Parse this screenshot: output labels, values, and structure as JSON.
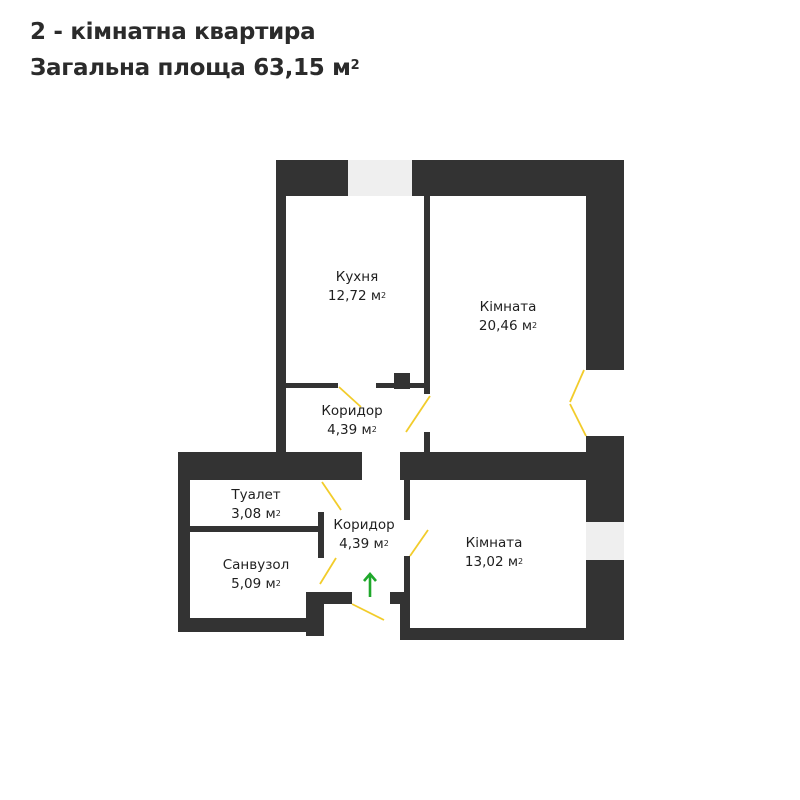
{
  "header": {
    "title": "2 - кімнатна квартира",
    "area_label": "Загальна площа 63,15 м",
    "area_unit_power": "2"
  },
  "rooms": [
    {
      "name": "Кухня",
      "area": "12,72 м",
      "power": "2"
    },
    {
      "name": "Кімната",
      "area": "20,46 м",
      "power": "2"
    },
    {
      "name": "Коридор",
      "area": "4,39 м",
      "power": "2"
    },
    {
      "name": "Туалет",
      "area": "3,08 м",
      "power": "2"
    },
    {
      "name": "Коридор",
      "area": "4,39 м",
      "power": "2"
    },
    {
      "name": "Санвузол",
      "area": "5,09 м",
      "power": "2"
    },
    {
      "name": "Кімната",
      "area": "13,02 м",
      "power": "2"
    }
  ],
  "colors": {
    "wall": "#333333",
    "window": "#efefef",
    "door_swing": "#f2cc2b",
    "entrance_arrow": "#1fa82b"
  },
  "icons": {
    "entrance": "arrow-up-icon"
  }
}
